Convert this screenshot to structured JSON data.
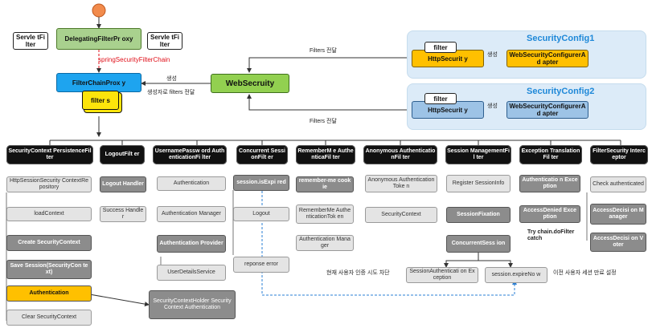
{
  "top": {
    "servlet_filter_left": "Servle tFilter",
    "delegating": "DelegatingFilterPr oxy",
    "servlet_filter_right": "Servle tFilter",
    "chain_label": "springSecurityFilterChain",
    "filter_chain_proxy": "FilterChainProx y",
    "filters": "filter s",
    "websecurity": "WebSecruity",
    "create_label": "생성",
    "register_label": "생성자로 filters 전달",
    "filters_pass_1": "Filters 전달",
    "filters_pass_2": "Filters 전달"
  },
  "config1": {
    "title": "SecurityConfig1",
    "filter_tag": "filter",
    "http": "HttpSecurit y",
    "create": "생성",
    "adapter": "WebSecurityConfigurerAd apter"
  },
  "config2": {
    "title": "SecurityConfig2",
    "filter_tag": "filter",
    "http": "HttpSecurit y",
    "create": "생성",
    "adapter": "WebSecurityConfigurerAd apter"
  },
  "filters": [
    "SecurityContext PersistenceFilter",
    "LogoutFilt er",
    "UsernamePassw ord AuthenticationFi lter",
    "Concurrent SessionFilt er",
    "RememberM e AuthenticaFil ter",
    "Anonymous AuthenticationFil ter",
    "Session ManagementFil ter",
    "Exception TranslationFil ter",
    "FilterSecurity Interceptor"
  ],
  "col1": {
    "repo": "HttpSessionSecurity ContextRepository",
    "load": "loadContext",
    "create": "Create SecurityContext",
    "save": "Save Session(SecurityCon text)",
    "authentication": "Authentication",
    "clear": "Clear SecurityContext"
  },
  "col2": {
    "logout_handler": "Logout Handler",
    "success_handler": "Success Handler"
  },
  "col3": {
    "authentication": "Authentication",
    "manager": "Authentication Manager",
    "provider": "Authentication Provider",
    "uds": "UserDetailsService"
  },
  "col4": {
    "is_expired": "session.isExpi red",
    "logout": "Logout",
    "response_error": "reponse error"
  },
  "col5": {
    "remember_cookie": "remember-me cookie",
    "token": "RememberMe AuthenticationTok en",
    "manager": "Authentication Manager"
  },
  "col6": {
    "token": "Anonymous AuthenticationToke n",
    "context": "SecurityContext"
  },
  "col7": {
    "register": "Register SessionInfo",
    "fixation": "SessionFixation",
    "concurrent": "ConcurrentSess ion",
    "exception": "SessionAuthenticati on Exception",
    "expire_now": "session.expireNo w",
    "note_left": "현재 사용자 인증 시도 차단",
    "note_right": "이전 사용자 세션 만료 설정"
  },
  "col8": {
    "auth_exception": "Authenticatio n Exception",
    "access_denied": "AccessDenied Exception",
    "try_note": "Try chain.doFilter catch"
  },
  "col9": {
    "check": "Check authenticated",
    "adm": "AccessDecisi on Manager",
    "voter": "AccessDecisi on Voter"
  },
  "holder": "SecurityContextHolder SecurityContext Authentication"
}
